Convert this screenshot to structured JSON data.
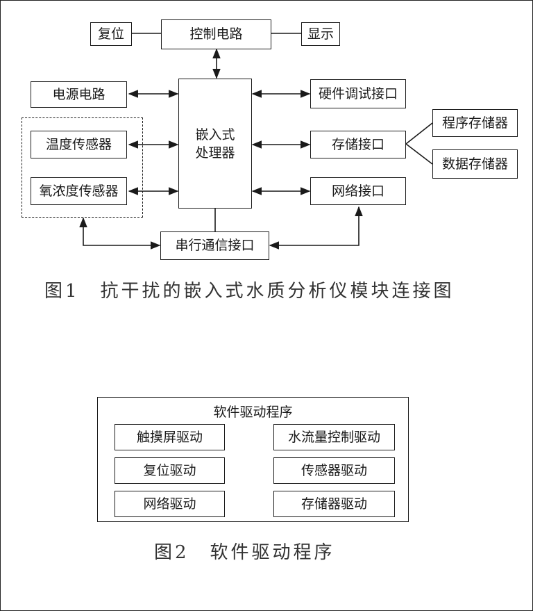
{
  "figure1": {
    "boxes": {
      "reset": "复位",
      "control": "控制电路",
      "display": "显示",
      "power": "电源电路",
      "processor_line1": "嵌入式",
      "processor_line2": "处理器",
      "hw_debug": "硬件调试接口",
      "temp_sensor": "温度传感器",
      "oxygen_sensor": "氧浓度传感器",
      "storage_if": "存储接口",
      "program_mem": "程序存储器",
      "data_mem": "数据存储器",
      "network_if": "网络接口",
      "serial_if": "串行通信接口"
    },
    "caption": "图1　抗干扰的嵌入式水质分析仪模块连接图"
  },
  "figure2": {
    "title": "软件驱动程序",
    "drivers": {
      "touch": "触摸屏驱动",
      "flow": "水流量控制驱动",
      "reset": "复位驱动",
      "sensor": "传感器驱动",
      "network": "网络驱动",
      "storage": "存储器驱动"
    },
    "caption": "图2　软件驱动程序"
  }
}
